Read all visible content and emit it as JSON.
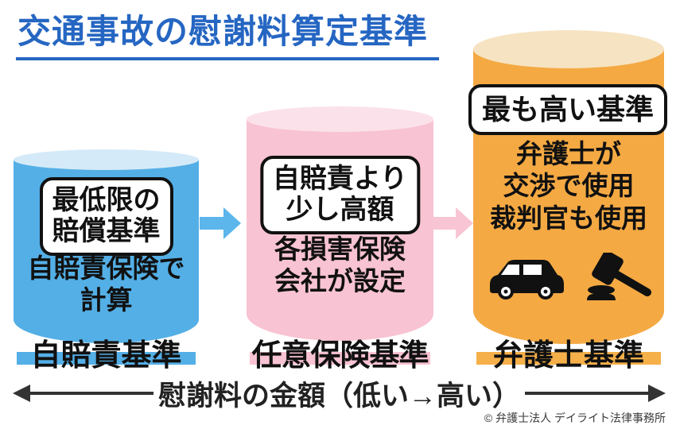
{
  "title": "交通事故の慰謝料算定基準",
  "cylinders": [
    {
      "label": "自賠責基準",
      "badge_lines": [
        "最低限の",
        "賠償基準"
      ],
      "body_lines": [
        "自賠責保険で",
        "計算"
      ],
      "body_color": "#54AFE6",
      "top_color": "#D5EAF8"
    },
    {
      "label": "任意保険基準",
      "badge_lines": [
        "自賠責より",
        "少し高額"
      ],
      "body_lines": [
        "各損害保険",
        "会社が設定"
      ],
      "body_color": "#F8C3D2",
      "top_color": "#FBE2EA"
    },
    {
      "label": "弁護士基準",
      "badge_lines": [
        "最も高い基準"
      ],
      "body_lines": [
        "弁護士が",
        "交渉で使用",
        "裁判官も使用"
      ],
      "icons": [
        "car-icon",
        "gavel-icon"
      ],
      "body_color": "#F4A943",
      "top_color": "#F6E3C2"
    }
  ],
  "flow_arrows": [
    {
      "direction": "right",
      "color": "#5CB5EB"
    },
    {
      "direction": "right",
      "color": "#F8C5D4"
    }
  ],
  "bottom_axis": {
    "label": "慰謝料の金額（低い→高い）"
  },
  "copyright": "© 弁護士法人 デイライト法律事務所",
  "colors": {
    "title": "#2566C2",
    "axis": "#333333",
    "text": "#111111",
    "label_bar_blue": "#54AFE6",
    "label_bar_pink": "#F8C3D2",
    "label_bar_orange": "#F5B04A"
  }
}
